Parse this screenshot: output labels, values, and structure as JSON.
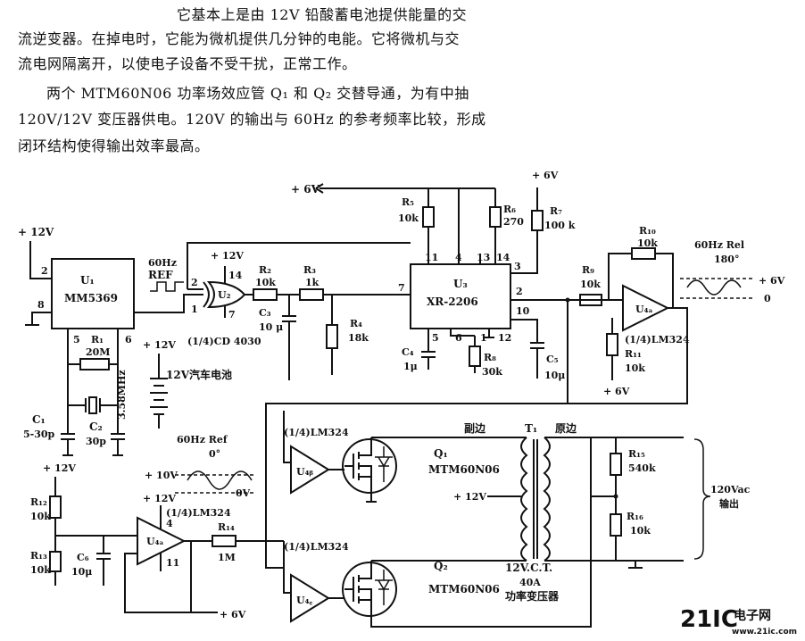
{
  "text": {
    "para1_line1": "它基本上是由 12V 铅酸蓄电池提供能量的交",
    "para1_line2": "流逆变器。在掉电时，它能为微机提供几分钟的电能。它将微机与交",
    "para1_line3": "流电网隔离开，以使电子设备不受干扰，正常工作。",
    "para2_line1": "两个 MTM60N06 功率场效应管 Q₁ 和 Q₂ 交替导通，为有中抽",
    "para2_line2": "120V/12V 变压器供电。120V 的输出与 60Hz 的参考频率比较，形成",
    "para2_line3": "闭环结构使得输出效率最高。"
  },
  "labels": {
    "p12v_top": "+ 12V",
    "u1": "U₁",
    "u1_part": "MM5369",
    "u1_pin2": "2",
    "u1_pin8": "8",
    "u1_pin5": "5",
    "u1_pin6": "6",
    "ref_top": "60Hz",
    "ref_bot": "REF",
    "u2": "U₂",
    "u2_part": "(1/4)CD 4030",
    "u2_vcc": "+ 12V",
    "u2_pin14": "14",
    "u2_pin2": "2",
    "u2_pin1": "1",
    "u2_pin7": "7",
    "r2": "R₂",
    "r2_val": "10k",
    "r3": "R₃",
    "r3_val": "1k",
    "c3": "C₃",
    "c3_val": "10 μ",
    "r4": "R₄",
    "r4_val": "18k",
    "p6v_top": "+ 6V",
    "r5": "R₅",
    "r5_val": "10k",
    "r6": "R₆",
    "r6_val": "270",
    "r7": "R₇",
    "r7_val": "100 k",
    "p6v_r7": "+ 6V",
    "u3": "U₃",
    "u3_part": "XR-2206",
    "u3_pin11": "11",
    "u3_pin4": "4",
    "u3_pin13": "13",
    "u3_pin14": "14",
    "u3_pin3": "3",
    "u3_pin7": "7",
    "u3_pin2": "2",
    "u3_pin10": "10",
    "u3_pin5": "5",
    "u3_pin6": "6",
    "u3_pin1": "1",
    "u3_pin12": "12",
    "c4": "C₄",
    "c4_val": "1μ",
    "r8": "R₈",
    "r8_val": "30k",
    "c5": "C₅",
    "c5_val": "10μ",
    "r9": "R₉",
    "r9_val": "10k",
    "r10": "R₁₀",
    "r10_val": "10k",
    "u4a": "U₄ₐ",
    "u4a_part": "(1/4)LM324",
    "r11": "R₁₁",
    "r11_val": "10k",
    "p6v_u4a": "+ 6V",
    "rel_top": "60Hz Rel",
    "rel_phase": "180°",
    "rel_plus": "+ 6V",
    "rel_zero": "0",
    "r1": "R₁",
    "r1_val": "20M",
    "xtal": "3.58MHz",
    "c1": "C₁",
    "c1_val": "5-30p",
    "c2": "C₂",
    "c2_val": "30p",
    "batt_plus": "+ 12V",
    "batt_label": "12V汽车电池",
    "ref2_top": "60Hz Ref",
    "ref2_phase": "0°",
    "sine_plus": "+ 10V",
    "sine_minus": "0V",
    "p12v_bias": "+ 12V",
    "r12": "R₁₂",
    "r12_val": "10k",
    "r13": "R₁₃",
    "r13_val": "10k",
    "c6": "C₆",
    "c6_val": "10μ",
    "u4d_vcc": "+ 12V",
    "u4d_part": "(1/4)LM324",
    "u4d": "U₄ₐ",
    "u4d_pin4": "4",
    "u4d_pin11": "11",
    "r14": "R₁₄",
    "r14_val": "1M",
    "p6v_bottom": "+ 6V",
    "u4b_part": "(1/4)LM324",
    "u4b": "U₄ᵦ",
    "u4c_part": "(1/4)LM324",
    "u4c": "U₄꜀",
    "q1": "Q₁",
    "q1_part": "MTM60N06",
    "q2": "Q₂",
    "q2_part": "MTM60N06",
    "secondary": "副边",
    "primary": "原边",
    "t1": "T₁",
    "p12v_ct": "+ 12V",
    "ct_label": "12V.C.T.",
    "ct_amps": "40A",
    "xfmr_label": "功率变压器",
    "r15": "R₁₅",
    "r15_val": "540k",
    "r16": "R₁₆",
    "r16_val": "10k",
    "out_v": "120Vac",
    "out_label": "输出"
  },
  "watermark": {
    "brand": "21IC",
    "cn": "电子网",
    "url": "www.21ic.com"
  },
  "colors": {
    "ink": "#111111",
    "watermark": "#e8848c"
  }
}
